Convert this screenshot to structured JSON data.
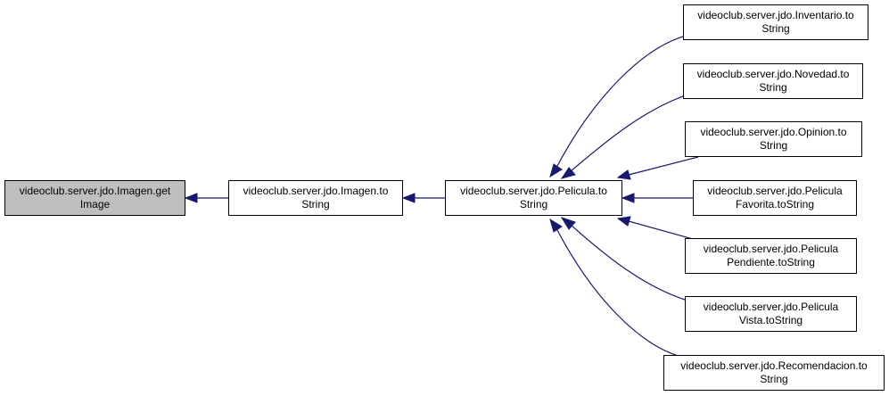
{
  "colors": {
    "edge": "#191970",
    "focus_fill": "#bfbfbf",
    "node_border": "#000000"
  },
  "nodes": {
    "getImage": {
      "line1": "videoclub.server.jdo.Imagen.get",
      "line2": "Image"
    },
    "imagenToString": {
      "line1": "videoclub.server.jdo.Imagen.to",
      "line2": "String"
    },
    "peliculaToString": {
      "line1": "videoclub.server.jdo.Pelicula.to",
      "line2": "String"
    },
    "inventario": {
      "line1": "videoclub.server.jdo.Inventario.to",
      "line2": "String"
    },
    "novedad": {
      "line1": "videoclub.server.jdo.Novedad.to",
      "line2": "String"
    },
    "opinion": {
      "line1": "videoclub.server.jdo.Opinion.to",
      "line2": "String"
    },
    "favorita": {
      "line1": "videoclub.server.jdo.Pelicula",
      "line2": "Favorita.toString"
    },
    "pendiente": {
      "line1": "videoclub.server.jdo.Pelicula",
      "line2": "Pendiente.toString"
    },
    "vista": {
      "line1": "videoclub.server.jdo.Pelicula",
      "line2": "Vista.toString"
    },
    "recomendacion": {
      "line1": "videoclub.server.jdo.Recomendacion.to",
      "line2": "String"
    }
  },
  "edges": [
    {
      "from": "imagenToString",
      "to": "getImage"
    },
    {
      "from": "peliculaToString",
      "to": "imagenToString"
    },
    {
      "from": "inventario",
      "to": "peliculaToString"
    },
    {
      "from": "novedad",
      "to": "peliculaToString"
    },
    {
      "from": "opinion",
      "to": "peliculaToString"
    },
    {
      "from": "favorita",
      "to": "peliculaToString"
    },
    {
      "from": "pendiente",
      "to": "peliculaToString"
    },
    {
      "from": "vista",
      "to": "peliculaToString"
    },
    {
      "from": "recomendacion",
      "to": "peliculaToString"
    }
  ]
}
